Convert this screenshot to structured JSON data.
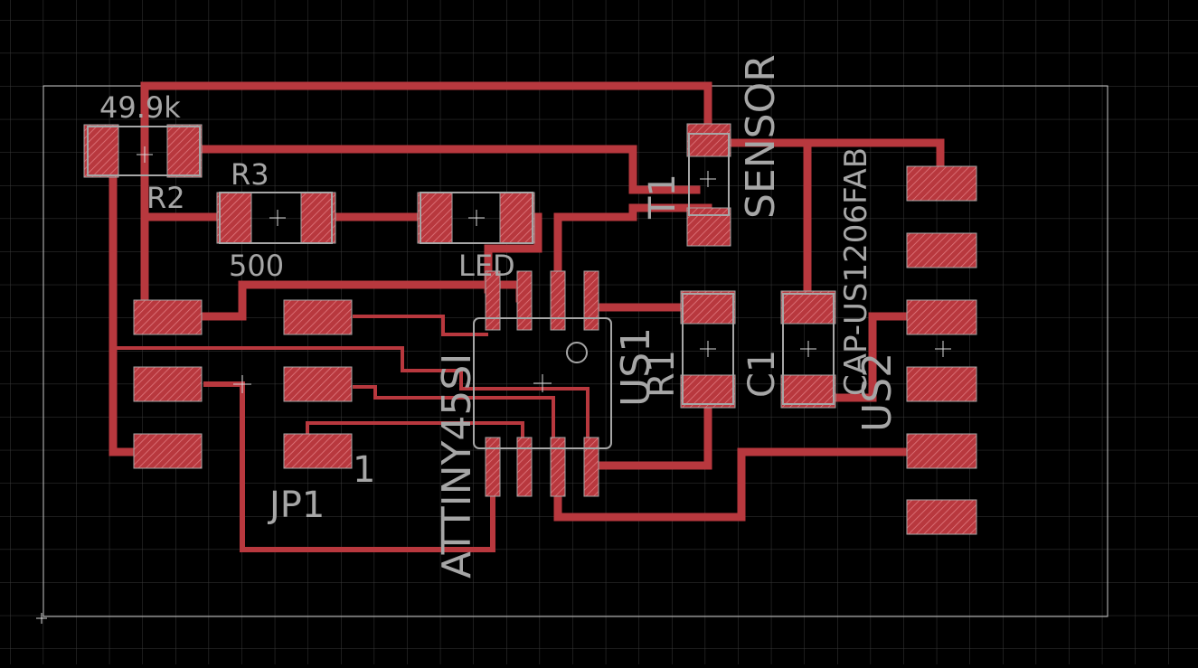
{
  "labels": {
    "r2_value": "49.9k",
    "r2_name": "R2",
    "r3_name": "R3",
    "r3_value": "500",
    "led_name": "LED",
    "t1_name": "T1",
    "sensor_name": "SENSOR",
    "cap_value": "CAP-US1206FAB",
    "ic_value": "ATTINY45SI",
    "ic_name": "US1",
    "r1_name": "R1",
    "c1_name": "C1",
    "header_name": "US2",
    "jp1_name": "JP1",
    "jp1_pin1": "1"
  },
  "colors": {
    "background": "#000000",
    "grid": "#3a3a3a",
    "trace": "#b8383e",
    "pad_fill": "#c0404a",
    "silkscreen": "#a6a6a6",
    "board_outline": "#c8c8c8"
  }
}
